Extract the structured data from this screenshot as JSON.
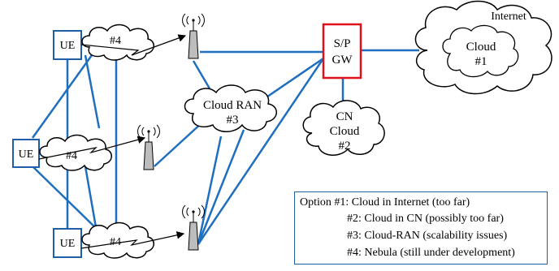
{
  "colors": {
    "link": "#1f6fc0",
    "box_border": "#1f5fa8",
    "gateway_border": "#e0101a",
    "outline": "#000000"
  },
  "ue_nodes": [
    {
      "label": "UE"
    },
    {
      "label": "UE"
    },
    {
      "label": "UE"
    }
  ],
  "nebula_clouds": [
    {
      "label": "#4"
    },
    {
      "label": "#4"
    },
    {
      "label": "#4"
    }
  ],
  "gateway": {
    "line1": "S/P",
    "line2": "GW"
  },
  "cloud_ran": {
    "line1": "Cloud RAN",
    "line2": "#3"
  },
  "cn_cloud": {
    "line1": "CN",
    "line2": "Cloud",
    "line3": "#2"
  },
  "internet": {
    "title": "Internet",
    "inner_line1": "Cloud",
    "inner_line2": "#1"
  },
  "legend": {
    "lines": [
      "Option #1: Cloud in Internet (too far)",
      "#2: Cloud in CN (possibly too far)",
      "#3: Cloud-RAN (scalability issues)",
      "#4: Nebula (still under development)"
    ]
  },
  "icons": [
    "antenna-icon",
    "cloud-icon",
    "lightning-link-icon"
  ]
}
